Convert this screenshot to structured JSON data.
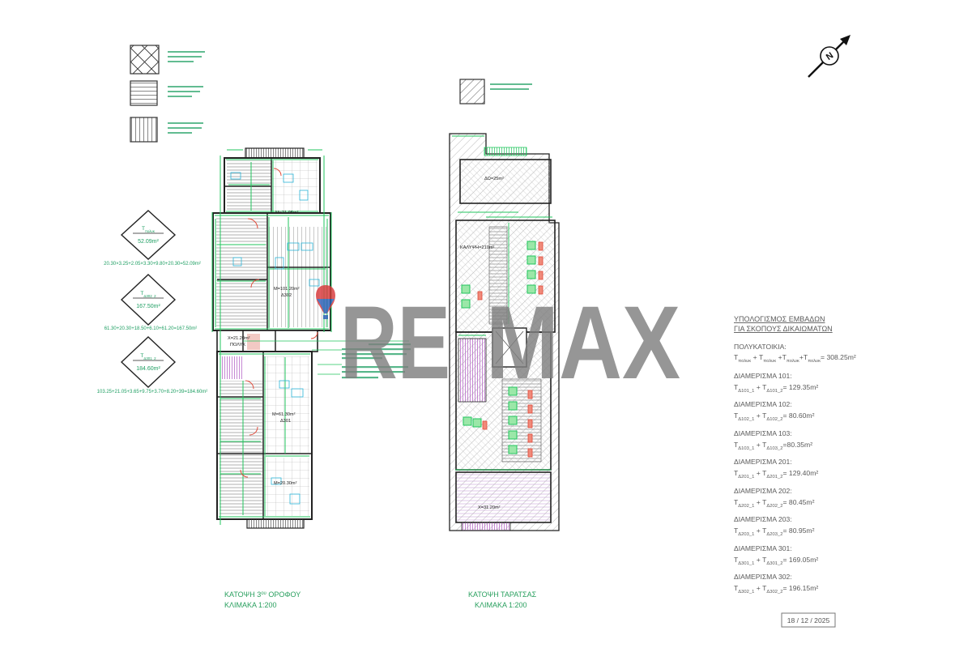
{
  "colors": {
    "wall": "#222222",
    "green": "#22c55e",
    "text_green": "#1f9f63",
    "red": "#e04a3a",
    "cyan": "#2bb5d8",
    "purple": "#b86bc9",
    "calc_text": "#5a5a5a",
    "watermark": "#7f7f7f"
  },
  "compass": {
    "label": "N"
  },
  "watermark": {
    "left": "RE",
    "right": "MAX"
  },
  "diamonds": [
    {
      "symbol": [
        [
          "T",
          ""
        ],
        [
          "πολυκ",
          "sub"
        ]
      ],
      "value": "52.09m²",
      "formula": "20.30×3.25+2.05×3.30+9.80+20.30=52.09m²"
    },
    {
      "symbol": [
        [
          "T",
          ""
        ],
        [
          "Δ302_2",
          "sub"
        ]
      ],
      "value": "167.50m²",
      "formula": "61.30+20.30+18.50+6.10+61.20=167.50m²"
    },
    {
      "symbol": [
        [
          "T",
          ""
        ],
        [
          "Δ301_2",
          "sub"
        ]
      ],
      "value": "184.60m²",
      "formula": "103.25+21.05+3.65+9.75+3.70+8.20+39=184.60m²"
    }
  ],
  "plan_labels": {
    "floor3": [
      "Μ=21.95m²",
      "Μ=101.20m²",
      "Δ302",
      "Χ=21.20m²",
      "ΠΟΛΥΚ",
      "Μ=61.30m²",
      "Δ301",
      "Μ=20.30m²"
    ],
    "terrace": [
      "ΔΩ=25m²",
      "ΚΑΛΥΨΗ=210m²",
      "Χ=31.20m²"
    ]
  },
  "titles": {
    "floor3": {
      "pre": "ΚΑΤΟΨΗ 3",
      "sup": "ου",
      "post": " ΟΡΟΦΟΥ",
      "scale": "ΚΛΙΜΑΚΑ 1:200"
    },
    "terrace": {
      "title": "ΚΑΤΟΨΗ ΤΑΡΑΤΣΑΣ",
      "scale": "ΚΛΙΜΑΚΑ 1:200"
    }
  },
  "calc": {
    "heading1": "ΥΠΟΛΟΓΙΣΜΟΣ ΕΜΒΑΔΩΝ",
    "heading2": "ΓΙΑ ΣΚΟΠΟΥΣ ΔΙΚΑΙΩΜΑΤΩΝ",
    "building_label": "ΠΟΛΥΚΑΤΟΙΚΙΑ:",
    "building_formula": [
      [
        "T",
        ""
      ],
      [
        "πολυκ",
        "sub"
      ],
      [
        " + T",
        ""
      ],
      [
        "πολυκ",
        "sub"
      ],
      [
        " +T",
        ""
      ],
      [
        "πολυκ",
        "sub"
      ],
      [
        "+T",
        ""
      ],
      [
        "πολυκ",
        "sub"
      ],
      [
        "= 308.25m²",
        ""
      ]
    ],
    "items": [
      {
        "label": "ΔΙΑΜΕΡΙΣΜΑ 101:",
        "formula": [
          [
            "T",
            ""
          ],
          [
            "Δ101_1",
            "sub"
          ],
          [
            " + T",
            ""
          ],
          [
            "Δ101_2",
            "sub"
          ],
          [
            "= 129.35m²",
            ""
          ]
        ]
      },
      {
        "label": "ΔΙΑΜΕΡΙΣΜΑ 102:",
        "formula": [
          [
            "T",
            ""
          ],
          [
            "Δ102_1",
            "sub"
          ],
          [
            " + T",
            ""
          ],
          [
            "Δ102_2",
            "sub"
          ],
          [
            "= 80.60m²",
            ""
          ]
        ]
      },
      {
        "label": "ΔΙΑΜΕΡΙΣΜΑ 103:",
        "formula": [
          [
            "T",
            ""
          ],
          [
            "Δ103_1",
            "sub"
          ],
          [
            " + T",
            ""
          ],
          [
            "Δ103_2",
            "sub"
          ],
          [
            "=80.35m²",
            ""
          ]
        ]
      },
      {
        "label": "ΔΙΑΜΕΡΙΣΜΑ 201:",
        "formula": [
          [
            "T",
            ""
          ],
          [
            "Δ201_1",
            "sub"
          ],
          [
            " + T",
            ""
          ],
          [
            "Δ201_2",
            "sub"
          ],
          [
            "= 129.40m²",
            ""
          ]
        ]
      },
      {
        "label": "ΔΙΑΜΕΡΙΣΜΑ 202:",
        "formula": [
          [
            "T",
            ""
          ],
          [
            "Δ202_1",
            "sub"
          ],
          [
            " + T",
            ""
          ],
          [
            "Δ202_2",
            "sub"
          ],
          [
            "= 80.45m²",
            ""
          ]
        ]
      },
      {
        "label": "ΔΙΑΜΕΡΙΣΜΑ 203:",
        "formula": [
          [
            "T",
            ""
          ],
          [
            "Δ203_1",
            "sub"
          ],
          [
            " + T",
            ""
          ],
          [
            "Δ203_2",
            "sub"
          ],
          [
            "= 80.95m²",
            ""
          ]
        ]
      },
      {
        "label": "ΔΙΑΜΕΡΙΣΜΑ 301:",
        "formula": [
          [
            "T",
            ""
          ],
          [
            "Δ301_1",
            "sub"
          ],
          [
            " + T",
            ""
          ],
          [
            "Δ301_2",
            "sub"
          ],
          [
            "= 169.05m²",
            ""
          ]
        ]
      },
      {
        "label": "ΔΙΑΜΕΡΙΣΜΑ 302:",
        "formula": [
          [
            "T",
            ""
          ],
          [
            "Δ302_1",
            "sub"
          ],
          [
            " + T",
            ""
          ],
          [
            "Δ302_2",
            "sub"
          ],
          [
            "= 196.15m²",
            ""
          ]
        ]
      }
    ]
  },
  "date": "18 / 12 / 2025"
}
